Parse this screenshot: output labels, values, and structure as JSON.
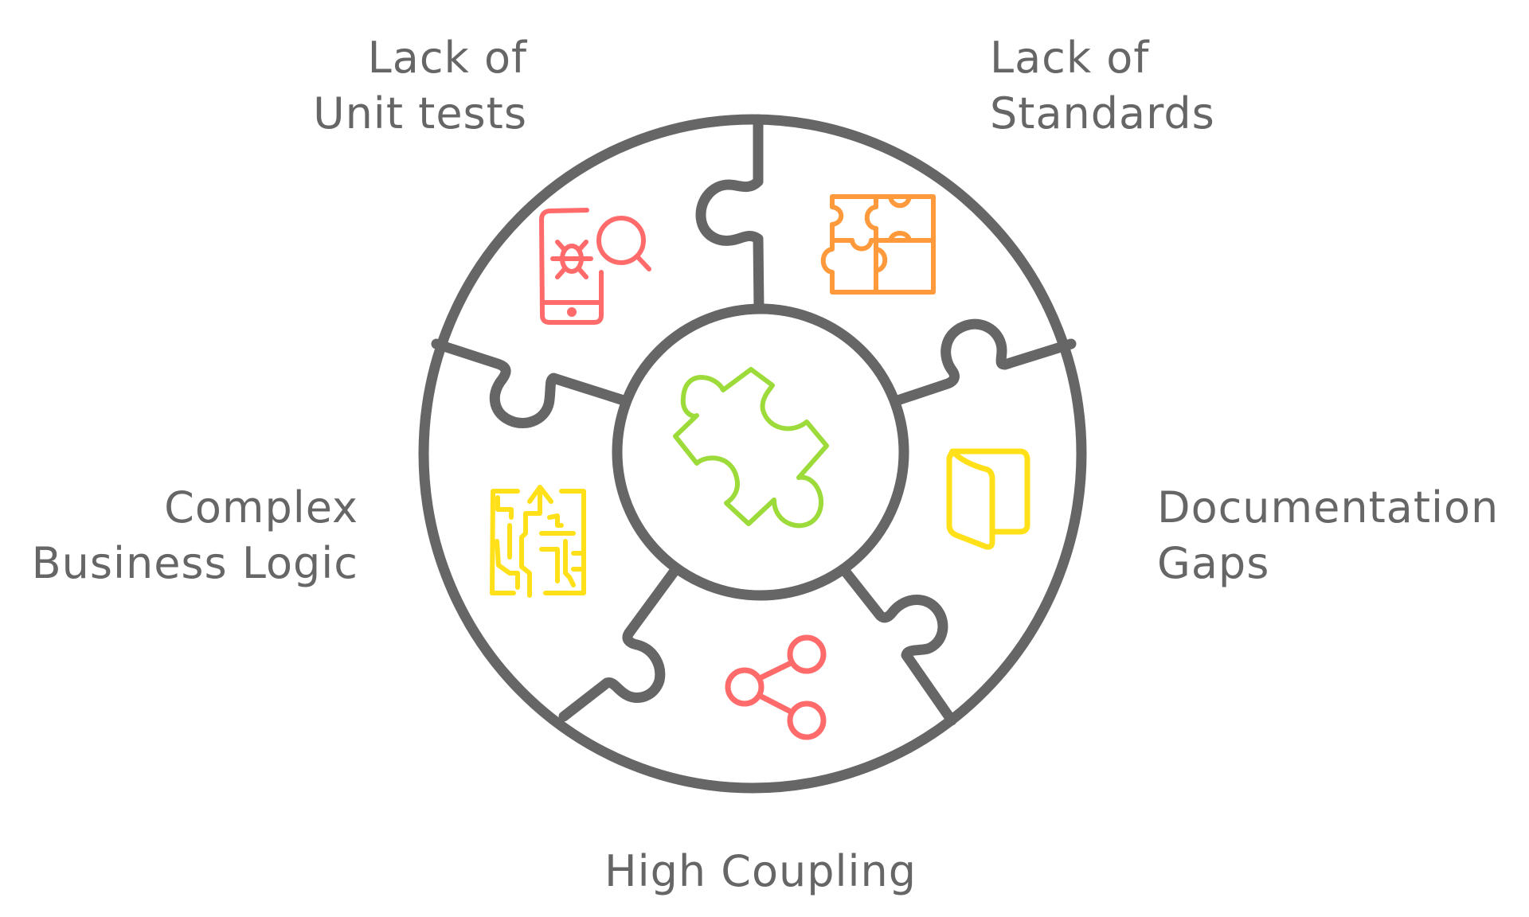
{
  "diagram": {
    "title": "Puzzle ring of technical debt causes",
    "colors": {
      "outline": "#666666",
      "background": "#ffffff",
      "center_piece": "#9CDB3A",
      "unit_tests_icon": "#FF6B6B",
      "standards_icon": "#FF9A3C",
      "documentation_icon": "#FFE019",
      "coupling_icon": "#FF6B6B",
      "business_logic_icon": "#FFE019"
    },
    "center": {
      "icon": "puzzle-piece-icon"
    },
    "segments": [
      {
        "id": "unit-tests",
        "line1": "Lack of",
        "line2": "Unit tests",
        "icon": "phone-bug-search-icon"
      },
      {
        "id": "standards",
        "line1": "Lack of",
        "line2": "Standards",
        "icon": "puzzle-grid-icon"
      },
      {
        "id": "documentation",
        "line1": "Documentation",
        "line2": "Gaps",
        "icon": "open-folder-document-icon"
      },
      {
        "id": "coupling",
        "line1": "High Coupling",
        "icon": "share-nodes-icon"
      },
      {
        "id": "business-logic",
        "line1": "Complex",
        "line2": "Business Logic",
        "icon": "maze-icon"
      }
    ]
  }
}
